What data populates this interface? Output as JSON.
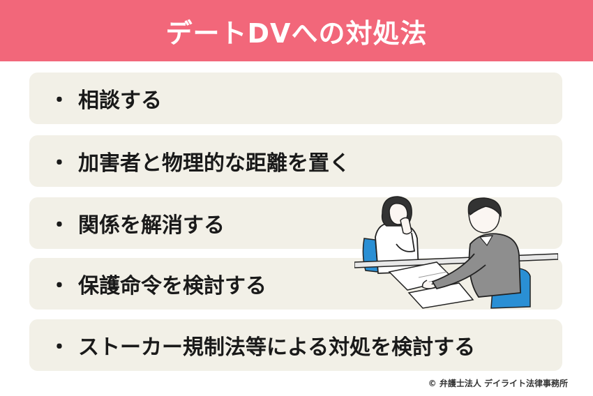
{
  "header": {
    "title": "デートDVへの対処法"
  },
  "bullet": "・",
  "items": [
    {
      "label": "相談する"
    },
    {
      "label": "加害者と物理的な距離を置く"
    },
    {
      "label": "関係を解消する"
    },
    {
      "label": "保護命令を検討する"
    },
    {
      "label": "ストーカー規制法等による対処を検討する"
    }
  ],
  "footer": {
    "copyright": "© 弁護士法人 デイライト法律事務所"
  },
  "colors": {
    "header_bg": "#f2677a",
    "item_bg": "#f2f0e7",
    "chair": "#2a8fd4"
  }
}
